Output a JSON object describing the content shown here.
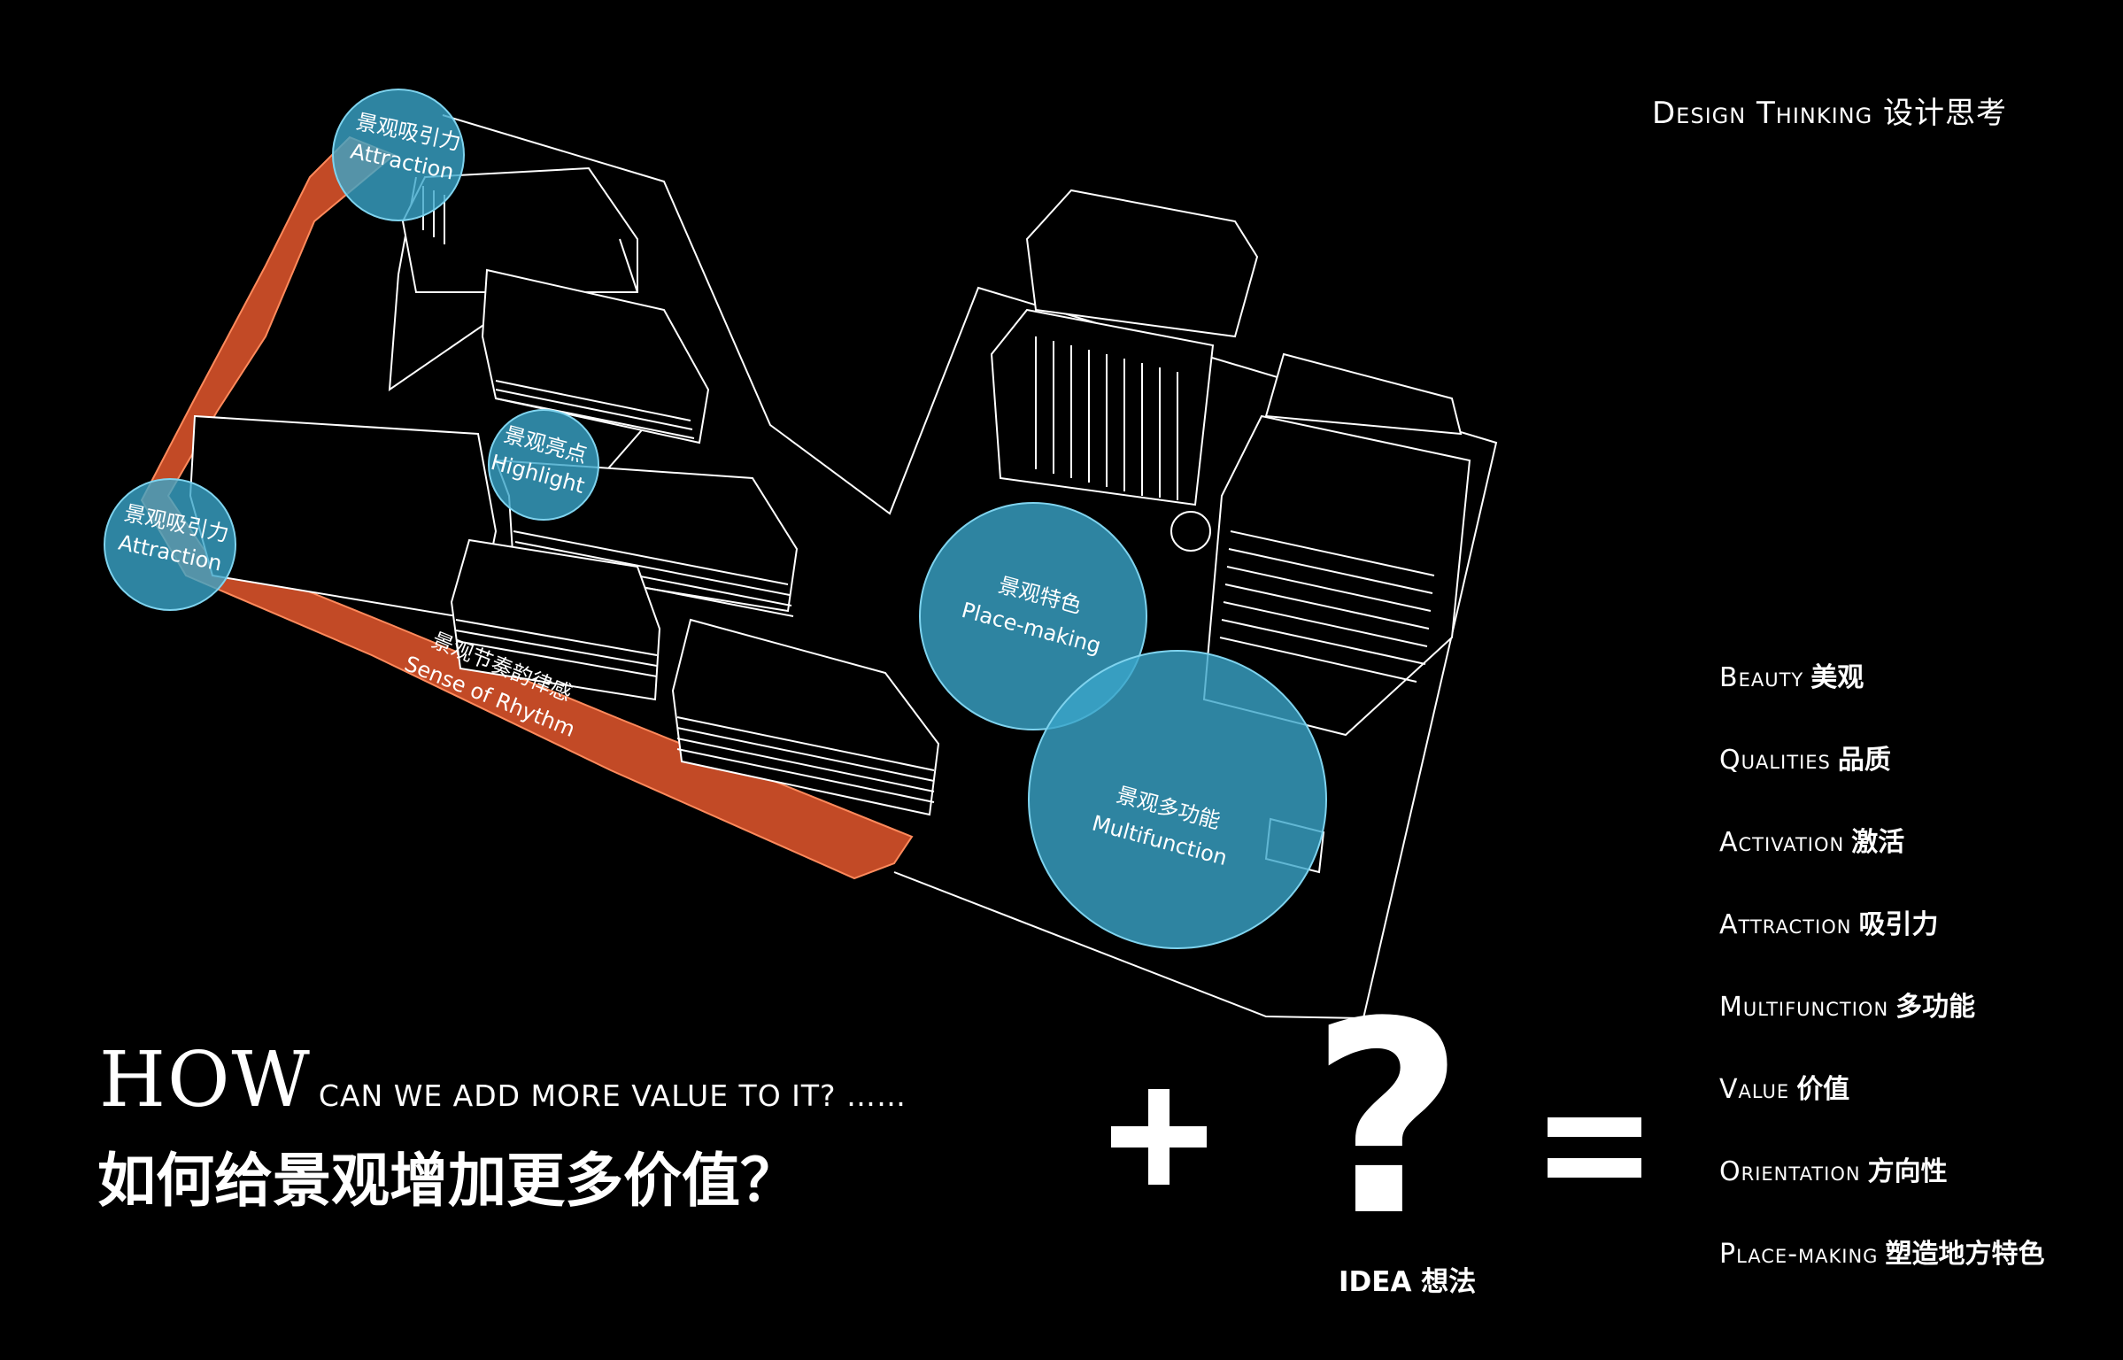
{
  "header": {
    "title": "Design Thinking 设计思考"
  },
  "diagram_labels": {
    "attraction_top": {
      "cn": "景观吸引力",
      "en": "Attraction"
    },
    "attraction_left": {
      "cn": "景观吸引力",
      "en": "Attraction"
    },
    "highlight": {
      "cn": "景观亮点",
      "en": "Highlight"
    },
    "placemaking": {
      "cn": "景观特色",
      "en": "Place-making"
    },
    "multifunction": {
      "cn": "景观多功能",
      "en": "Multifunction"
    },
    "rhythm": {
      "cn": "景观节奏韵律感",
      "en": "Sense of Rhythm"
    }
  },
  "question": {
    "how": "HOW",
    "rest": "CAN WE ADD MORE VALUE TO IT? ……",
    "cn": "如何给景观增加更多价值？"
  },
  "equation": {
    "idea_label": "IDEA 想法",
    "qmark": "?"
  },
  "concepts": [
    {
      "en": "Beauty",
      "cn": "美观"
    },
    {
      "en": "Qualities",
      "cn": "品质"
    },
    {
      "en": "Activation",
      "cn": "激活"
    },
    {
      "en": "Attraction",
      "cn": "吸引力"
    },
    {
      "en": "Multifunction",
      "cn": "多功能"
    },
    {
      "en": "Value",
      "cn": "价值"
    },
    {
      "en": "Orientation",
      "cn": "方向性"
    },
    {
      "en": "Place-making",
      "cn": "塑造地方特色"
    }
  ],
  "colors": {
    "circle": "#3aa5c9",
    "band": "#c24a26",
    "background": "#000000",
    "line": "#ffffff"
  }
}
